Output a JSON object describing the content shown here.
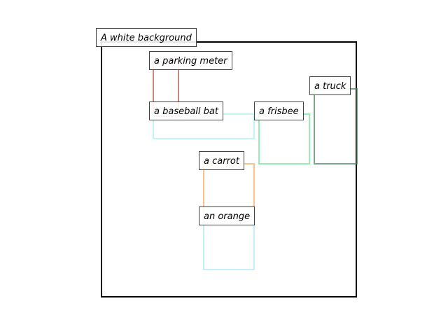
{
  "scene": {
    "background_label": "A white background",
    "objects": [
      {
        "id": "parking-meter",
        "label": "a parking meter",
        "color": "#b5614e"
      },
      {
        "id": "baseball-bat",
        "label": "a baseball bat",
        "color": "#aef0f0"
      },
      {
        "id": "frisbee",
        "label": "a frisbee",
        "color": "#6ee89a"
      },
      {
        "id": "truck",
        "label": "a truck",
        "color": "#4e8a62"
      },
      {
        "id": "carrot",
        "label": "a carrot",
        "color": "#f7b066"
      },
      {
        "id": "orange",
        "label": "an orange",
        "color": "#aeeaf5"
      }
    ]
  }
}
